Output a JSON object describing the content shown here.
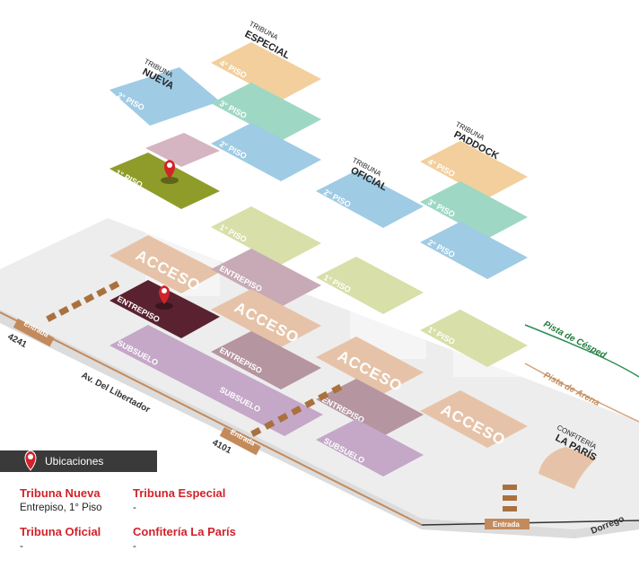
{
  "stands": {
    "nueva": {
      "small": "TRIBUNA",
      "big": "NUEVA"
    },
    "especial": {
      "small": "TRIBUNA",
      "big": "ESPECIAL"
    },
    "oficial": {
      "small": "TRIBUNA",
      "big": "OFICIAL"
    },
    "paddock": {
      "small": "TRIBUNA",
      "big": "PADDOCK"
    },
    "confiteria": {
      "small": "CONFITERÍA",
      "big": "LA PARÍS"
    }
  },
  "floors": {
    "piso1": "1° PISO",
    "piso2": "2° PISO",
    "piso3": "3° PISO",
    "piso4": "4° PISO",
    "entrepiso": "ENTREPISO",
    "subsuelo": "SUBSUELO",
    "acceso": "ACCESO"
  },
  "streets": {
    "libertador": "Av. Del Libertador",
    "n4241": "4241",
    "n4101": "4101",
    "dorrego": "Dorrego",
    "entrada": "Entrada"
  },
  "tracks": {
    "cesped": "Pista de Césped",
    "arena": "Pista de Arena"
  },
  "colors": {
    "blue": "#9fcbe4",
    "mint": "#9ed8c4",
    "peach": "#f2cf9c",
    "olive": "#d8dfa8",
    "olive_dark": "#8f9c2a",
    "mauve": "#c7aab5",
    "entrepiso_dark": "#5a2230",
    "sand": "#e6c3a8",
    "lilac": "#c5a7c8",
    "pin": "#d1232a"
  },
  "legend": {
    "title": "Ubicaciones",
    "items": [
      {
        "title": "Tribuna Nueva",
        "value": "Entrepiso, 1° Piso"
      },
      {
        "title": "Tribuna Especial",
        "value": "-"
      },
      {
        "title": "Tribuna Oficial",
        "value": "-"
      },
      {
        "title": "Confitería La París",
        "value": "-"
      }
    ]
  }
}
